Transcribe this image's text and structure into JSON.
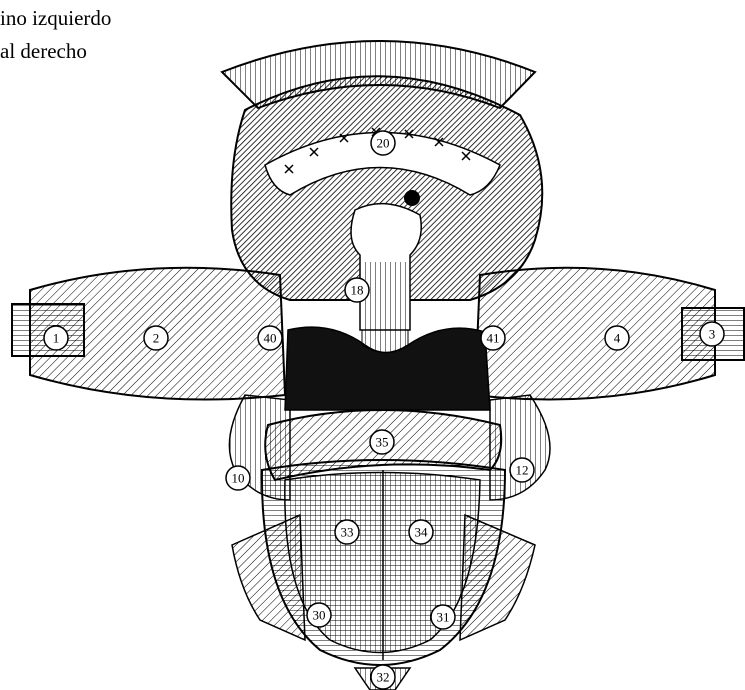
{
  "captions": {
    "line1": "ino izquierdo",
    "line2": "al derecho"
  },
  "regions": [
    {
      "id": "1",
      "label": "1"
    },
    {
      "id": "2",
      "label": "2"
    },
    {
      "id": "3",
      "label": "3"
    },
    {
      "id": "4",
      "label": "4"
    },
    {
      "id": "10",
      "label": "10"
    },
    {
      "id": "12",
      "label": "12"
    },
    {
      "id": "18",
      "label": "18"
    },
    {
      "id": "20",
      "label": "20"
    },
    {
      "id": "30",
      "label": "30"
    },
    {
      "id": "31",
      "label": "31"
    },
    {
      "id": "32",
      "label": "32"
    },
    {
      "id": "33",
      "label": "33"
    },
    {
      "id": "34",
      "label": "34"
    },
    {
      "id": "35",
      "label": "35"
    },
    {
      "id": "40",
      "label": "40"
    },
    {
      "id": "41",
      "label": "41"
    }
  ],
  "colors": {
    "ink": "#000000",
    "paper": "#ffffff",
    "dark_region": "#111111"
  }
}
